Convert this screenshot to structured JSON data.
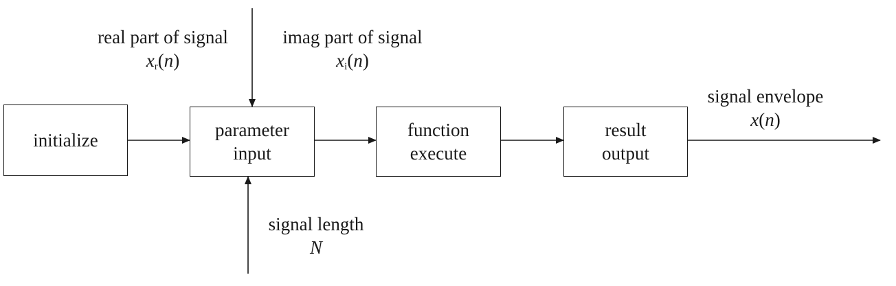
{
  "blocks": {
    "initialize": {
      "lines": [
        "initialize"
      ]
    },
    "parameter_input": {
      "lines": [
        "parameter",
        "input"
      ]
    },
    "function_execute": {
      "lines": [
        "function",
        "execute"
      ]
    },
    "result_output": {
      "lines": [
        "result",
        "output"
      ]
    }
  },
  "inputs": {
    "real_part": {
      "text": "real part of signal",
      "symbol": "x",
      "subscript": "r",
      "arg": "n"
    },
    "imag_part": {
      "text": "imag part of signal",
      "symbol": "x",
      "subscript": "i",
      "arg": "n"
    },
    "signal_length": {
      "text": "signal length",
      "symbol": "N"
    }
  },
  "output": {
    "signal_envelope": {
      "text": "signal envelope",
      "symbol": "x",
      "arg": "n"
    }
  },
  "colors": {
    "stroke": "#1a1a1a",
    "background": "#ffffff"
  }
}
